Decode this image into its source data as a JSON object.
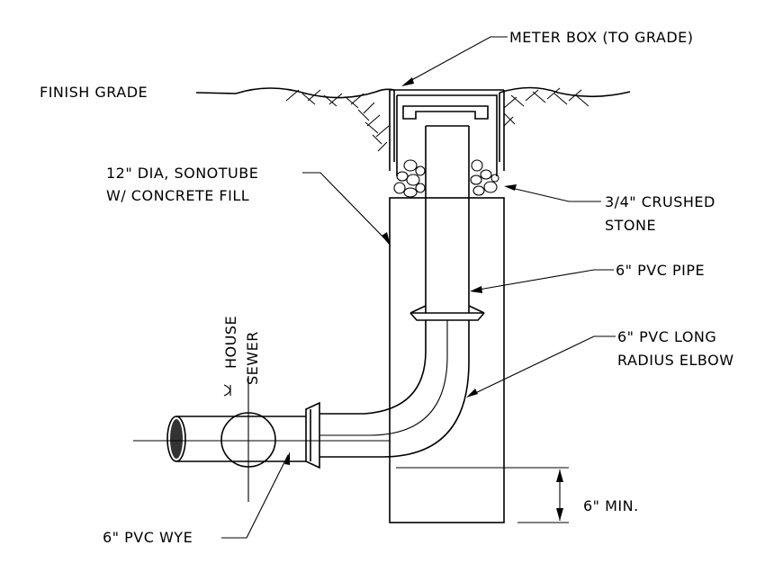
{
  "labels": {
    "meter_box": "METER BOX (TO GRADE)",
    "finish_grade": "FINISH GRADE",
    "sonotube_line1": "12\" DIA, SONOTUBE",
    "sonotube_line2": "W/ CONCRETE FILL",
    "stone_line1": "3/4\" CRUSHED",
    "stone_line2": "STONE",
    "pvc_pipe": "6\" PVC PIPE",
    "elbow_line1": "6\" PVC LONG",
    "elbow_line2": "RADIUS ELBOW",
    "house": "HOUSE",
    "sewer": "SEWER",
    "min_depth": "6\" MIN.",
    "wye": "6\" PVC WYE"
  }
}
